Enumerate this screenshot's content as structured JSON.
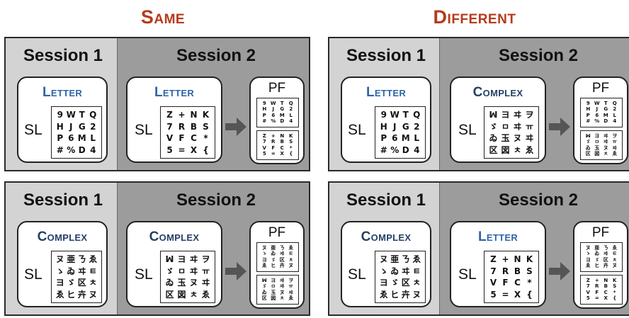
{
  "headings": {
    "same": "Same",
    "different": "Different"
  },
  "panels": [
    {
      "session1": "Session 1",
      "session2": "Session 2",
      "s1_type": "Letter",
      "s2_type": "Letter",
      "sl": "SL",
      "pf": "PF",
      "s1_grid": [
        "9",
        "W",
        "T",
        "Q",
        "H",
        "J",
        "G",
        "2",
        "P",
        "6",
        "M",
        "L",
        "#",
        "%",
        "D",
        "4"
      ],
      "s2_grid": [
        "Z",
        "+",
        "N",
        "K",
        "7",
        "R",
        "B",
        "S",
        "V",
        "F",
        "C",
        "*",
        "5",
        "=",
        "X",
        "{"
      ],
      "pf_top": [
        "9",
        "W",
        "T",
        "Q",
        "H",
        "J",
        "G",
        "2",
        "P",
        "6",
        "M",
        "L",
        "#",
        "%",
        "D",
        "4"
      ],
      "pf_bottom": [
        "Z",
        "+",
        "N",
        "K",
        "7",
        "R",
        "B",
        "S",
        "V",
        "F",
        "C",
        "*",
        "5",
        "=",
        "X",
        "{"
      ]
    },
    {
      "session1": "Session 1",
      "session2": "Session 2",
      "s1_type": "Letter",
      "s2_type": "Complex",
      "sl": "SL",
      "pf": "PF",
      "s1_grid": [
        "9",
        "W",
        "T",
        "Q",
        "H",
        "J",
        "G",
        "2",
        "P",
        "6",
        "M",
        "L",
        "#",
        "%",
        "D",
        "4"
      ],
      "s2_grid": [
        "ꟽ",
        "ヨ",
        "ヰ",
        "ヲ",
        "ゞ",
        "ㅁ",
        "ヰ",
        "ㅠ",
        "ゐ",
        "玉",
        "ヌ",
        "ヰ",
        "区",
        "図",
        "ㅊ",
        "ゑ"
      ],
      "pf_top": [
        "9",
        "W",
        "T",
        "Q",
        "H",
        "J",
        "G",
        "2",
        "P",
        "6",
        "M",
        "L",
        "#",
        "%",
        "D",
        "4"
      ],
      "pf_bottom": [
        "ꟽ",
        "ヨ",
        "ヰ",
        "ヲ",
        "ゞ",
        "ㅁ",
        "ヰ",
        "ㅠ",
        "ゐ",
        "玉",
        "ヌ",
        "ヰ",
        "区",
        "図",
        "ㅊ",
        "ゑ"
      ]
    },
    {
      "session1": "Session 1",
      "session2": "Session 2",
      "s1_type": "Complex",
      "s2_type": "Complex",
      "sl": "SL",
      "pf": "PF",
      "s1_grid": [
        "ヌ",
        "亜",
        "ㄋ",
        "ゑ",
        "ゝ",
        "ゐ",
        "ヰ",
        "ㅌ",
        "ヨ",
        "ゞ",
        "区",
        "ㅊ",
        "ゑ",
        "ヒ",
        "卉",
        "ヌ"
      ],
      "s2_grid": [
        "ꟽ",
        "ヨ",
        "ヰ",
        "ヲ",
        "ゞ",
        "ㅁ",
        "ヰ",
        "ㅠ",
        "ゐ",
        "玉",
        "ヌ",
        "ヰ",
        "区",
        "図",
        "ㅊ",
        "ゑ"
      ],
      "pf_top": [
        "ヌ",
        "亜",
        "ㄋ",
        "ゑ",
        "ゝ",
        "ゐ",
        "ヰ",
        "ㅌ",
        "ヨ",
        "ゞ",
        "区",
        "ㅊ",
        "ゑ",
        "ヒ",
        "卉",
        "ヌ"
      ],
      "pf_bottom": [
        "ꟽ",
        "ヨ",
        "ヰ",
        "ヲ",
        "ゞ",
        "ㅁ",
        "ヰ",
        "ㅠ",
        "ゐ",
        "玉",
        "ヌ",
        "ヰ",
        "区",
        "図",
        "ㅊ",
        "ゑ"
      ]
    },
    {
      "session1": "Session 1",
      "session2": "Session 2",
      "s1_type": "Complex",
      "s2_type": "Letter",
      "sl": "SL",
      "pf": "PF",
      "s1_grid": [
        "ヌ",
        "亜",
        "ㄋ",
        "ゑ",
        "ゝ",
        "ゐ",
        "ヰ",
        "ㅌ",
        "ヨ",
        "ゞ",
        "区",
        "ㅊ",
        "ゑ",
        "ヒ",
        "卉",
        "ヌ"
      ],
      "s2_grid": [
        "Z",
        "+",
        "N",
        "K",
        "7",
        "R",
        "B",
        "S",
        "V",
        "F",
        "C",
        "*",
        "5",
        "=",
        "X",
        "{"
      ],
      "pf_top": [
        "ヌ",
        "亜",
        "ㄋ",
        "ゑ",
        "ゝ",
        "ゐ",
        "ヰ",
        "ㅌ",
        "ヨ",
        "ゞ",
        "区",
        "ㅊ",
        "ゑ",
        "ヒ",
        "卉",
        "ヌ"
      ],
      "pf_bottom": [
        "Z",
        "+",
        "N",
        "K",
        "7",
        "R",
        "B",
        "S",
        "V",
        "F",
        "C",
        "*",
        "5",
        "=",
        "X",
        "{"
      ]
    }
  ]
}
